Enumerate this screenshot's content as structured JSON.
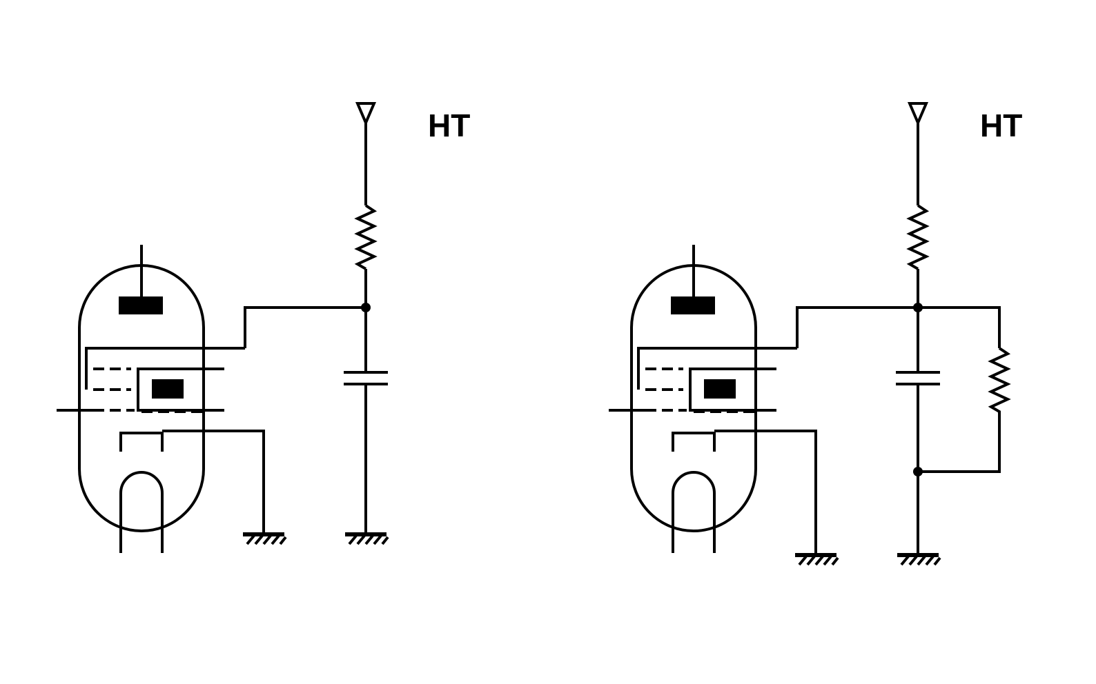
{
  "circuits": [
    {
      "id": "left",
      "supply_label": "HT",
      "has_parallel_resistor": false
    },
    {
      "id": "right",
      "supply_label": "HT",
      "has_parallel_resistor": true
    }
  ],
  "colors": {
    "ink": "#000000",
    "background": "#ffffff"
  }
}
